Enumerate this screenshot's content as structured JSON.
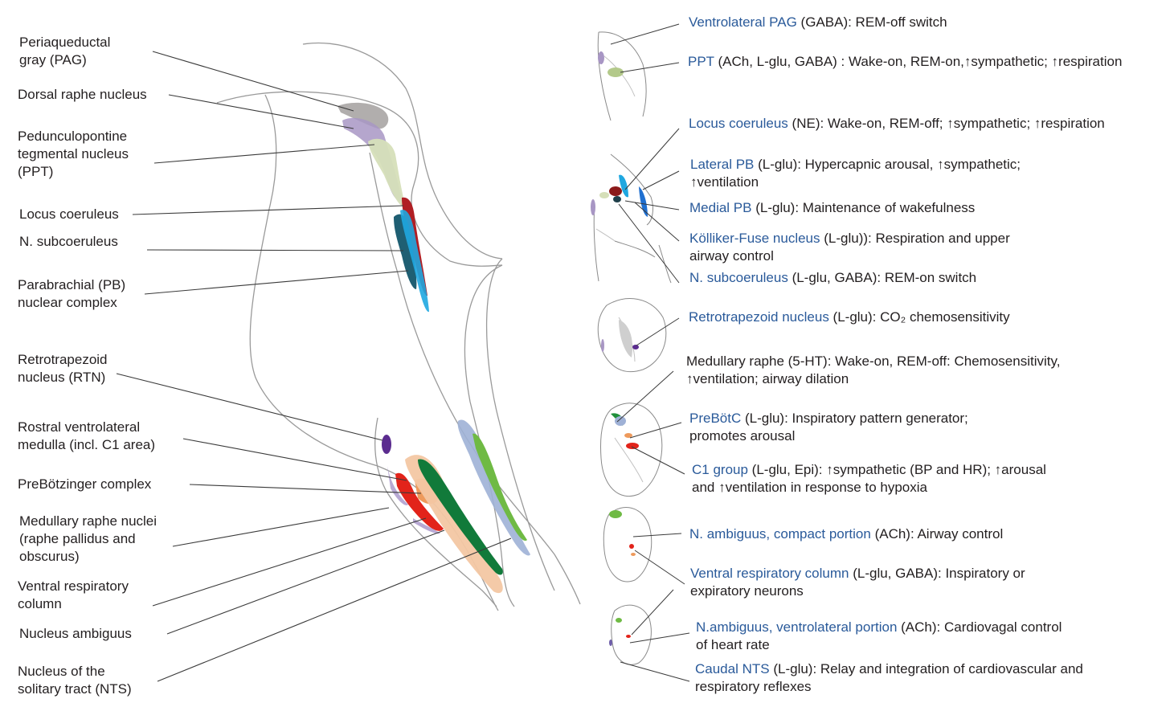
{
  "left_labels": [
    {
      "id": "pag",
      "lines": [
        "Periaqueductal",
        "gray (PAG)"
      ]
    },
    {
      "id": "dr",
      "lines": [
        "Dorsal raphe nucleus"
      ]
    },
    {
      "id": "ppt",
      "lines": [
        "Pedunculopontine",
        "tegmental nucleus",
        "(PPT)"
      ]
    },
    {
      "id": "lc",
      "lines": [
        "Locus coeruleus"
      ]
    },
    {
      "id": "sc",
      "lines": [
        "N. subcoeruleus"
      ]
    },
    {
      "id": "pb",
      "lines": [
        "Parabrachial (PB)",
        "nuclear complex"
      ]
    },
    {
      "id": "rtn",
      "lines": [
        "Retrotrapezoid",
        "nucleus (RTN)"
      ]
    },
    {
      "id": "rvlm",
      "lines": [
        "Rostral ventrolateral",
        "medulla (incl. C1 area)"
      ]
    },
    {
      "id": "prebot",
      "lines": [
        "PreBötzinger complex"
      ]
    },
    {
      "id": "raphe",
      "lines": [
        "Medullary raphe nuclei",
        "(raphe pallidus and",
        "obscurus)"
      ]
    },
    {
      "id": "vrc",
      "lines": [
        "Ventral respiratory",
        "column"
      ]
    },
    {
      "id": "na",
      "lines": [
        "Nucleus ambiguus"
      ]
    },
    {
      "id": "nts",
      "lines": [
        "Nucleus of the",
        "solitary tract (NTS)"
      ]
    }
  ],
  "right_descriptions": [
    {
      "id": "vlpag",
      "name": "Ventrolateral PAG",
      "rest": " (GABA): REM-off switch",
      "line2": ""
    },
    {
      "id": "ppt",
      "name": "PPT",
      "rest": " (ACh, L-glu, GABA) : Wake-on, REM-on,↑sympathetic; ↑respiration",
      "line2": ""
    },
    {
      "id": "lc",
      "name": "Locus coeruleus",
      "rest": " (NE): Wake-on, REM-off; ↑sympathetic; ↑respiration",
      "line2": ""
    },
    {
      "id": "lpb",
      "name": "Lateral PB",
      "rest": " (L-glu): Hypercapnic arousal, ↑sympathetic;",
      "line2": "↑ventilation"
    },
    {
      "id": "mpb",
      "name": "Medial PB",
      "rest": " (L-glu): Maintenance of wakefulness",
      "line2": ""
    },
    {
      "id": "kf",
      "name": "Kölliker-Fuse nucleus",
      "rest": " (L-glu)): Respiration and upper",
      "line2": "airway control"
    },
    {
      "id": "sc",
      "name": "N. subcoeruleus",
      "rest": " (L-glu, GABA): REM-on switch",
      "line2": ""
    },
    {
      "id": "rtn",
      "name": "Retrotrapezoid nucleus",
      "rest": " (L-glu): CO₂ chemosensitivity",
      "line2": ""
    },
    {
      "id": "mr",
      "name": "",
      "rest": "Medullary raphe (5-HT): Wake-on, REM-off:  Chemosensitivity,",
      "line2": "↑ventilation; airway dilation"
    },
    {
      "id": "prebotc",
      "name": "PreBötC",
      "rest": " (L-glu): Inspiratory pattern generator;",
      "line2": "promotes arousal"
    },
    {
      "id": "c1",
      "name": "C1 group",
      "rest": " (L-glu, Epi): ↑sympathetic (BP and HR); ↑arousal",
      "line2": "and ↑ventilation in response to hypoxia"
    },
    {
      "id": "nacp",
      "name": "N. ambiguus, compact portion",
      "rest": " (ACh): Airway control",
      "line2": ""
    },
    {
      "id": "vrc",
      "name": "Ventral respiratory column",
      "rest": " (L-glu, GABA): Inspiratory or",
      "line2": "expiratory neurons"
    },
    {
      "id": "navl",
      "name": "N.ambiguus, ventrolateral portion",
      "rest": "  (ACh): Cardiovagal control",
      "line2": "of  heart rate"
    },
    {
      "id": "cnts",
      "name": "Caudal NTS",
      "rest": " (L-glu): Relay and integration of cardiovascular and",
      "line2": "respiratory reflexes"
    }
  ],
  "colors": {
    "label_blue": "#2a5a9a",
    "pag": "#a9a5a4",
    "dr": "#a896c4",
    "ppt": "#d6dfb9",
    "lc": "#b01f24",
    "sc": "#1f5f73",
    "pb": "#1fa7e0",
    "rtn": "#5b2c8f",
    "rvlm": "#e2231a",
    "prebot": "#ee9a5c",
    "raphe": "#b8a9d4",
    "vrc": "#f3c7a3",
    "na": "#117a3a",
    "nts_green": "#6fba44",
    "nts_blue": "#9fb1d6"
  }
}
